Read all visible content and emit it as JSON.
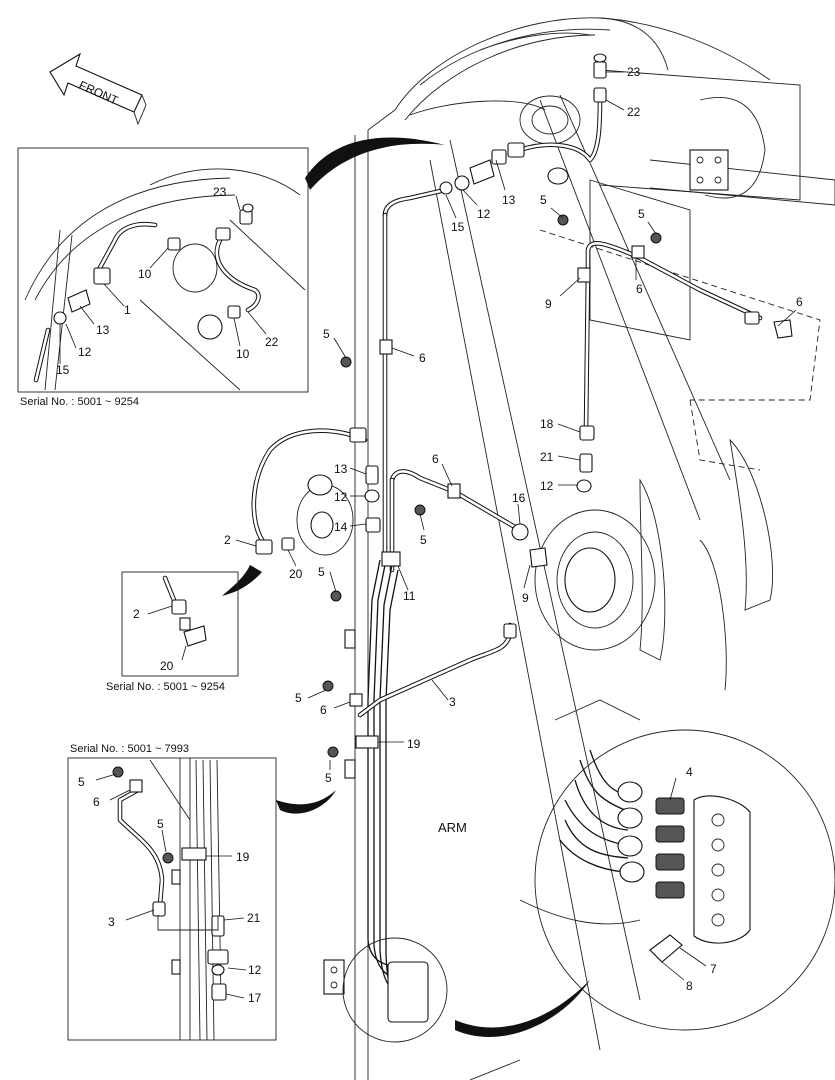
{
  "front_label": "FRONT",
  "arm_label": "ARM",
  "insets": [
    {
      "id": "inset-top-left",
      "serial": "Serial No. : 5001 ~ 9254"
    },
    {
      "id": "inset-middle",
      "serial": "Serial No. : 5001 ~ 9254"
    },
    {
      "id": "inset-bottom-left",
      "serial": "Serial No. : 5001 ~ 7993"
    }
  ],
  "callouts": {
    "main": [
      "23",
      "22",
      "13",
      "12",
      "15",
      "5",
      "5",
      "6",
      "6",
      "9",
      "5",
      "6",
      "18",
      "21",
      "12",
      "6",
      "16",
      "13",
      "12",
      "14",
      "2",
      "20",
      "5",
      "11",
      "5",
      "9",
      "5",
      "6",
      "3",
      "19",
      "5",
      "4",
      "7",
      "8"
    ],
    "inset_top_left": [
      "23",
      "10",
      "1",
      "13",
      "12",
      "15",
      "10",
      "22"
    ],
    "inset_middle": [
      "2",
      "20"
    ],
    "inset_bottom_left": [
      "5",
      "6",
      "5",
      "19",
      "3",
      "21",
      "12",
      "17"
    ]
  }
}
